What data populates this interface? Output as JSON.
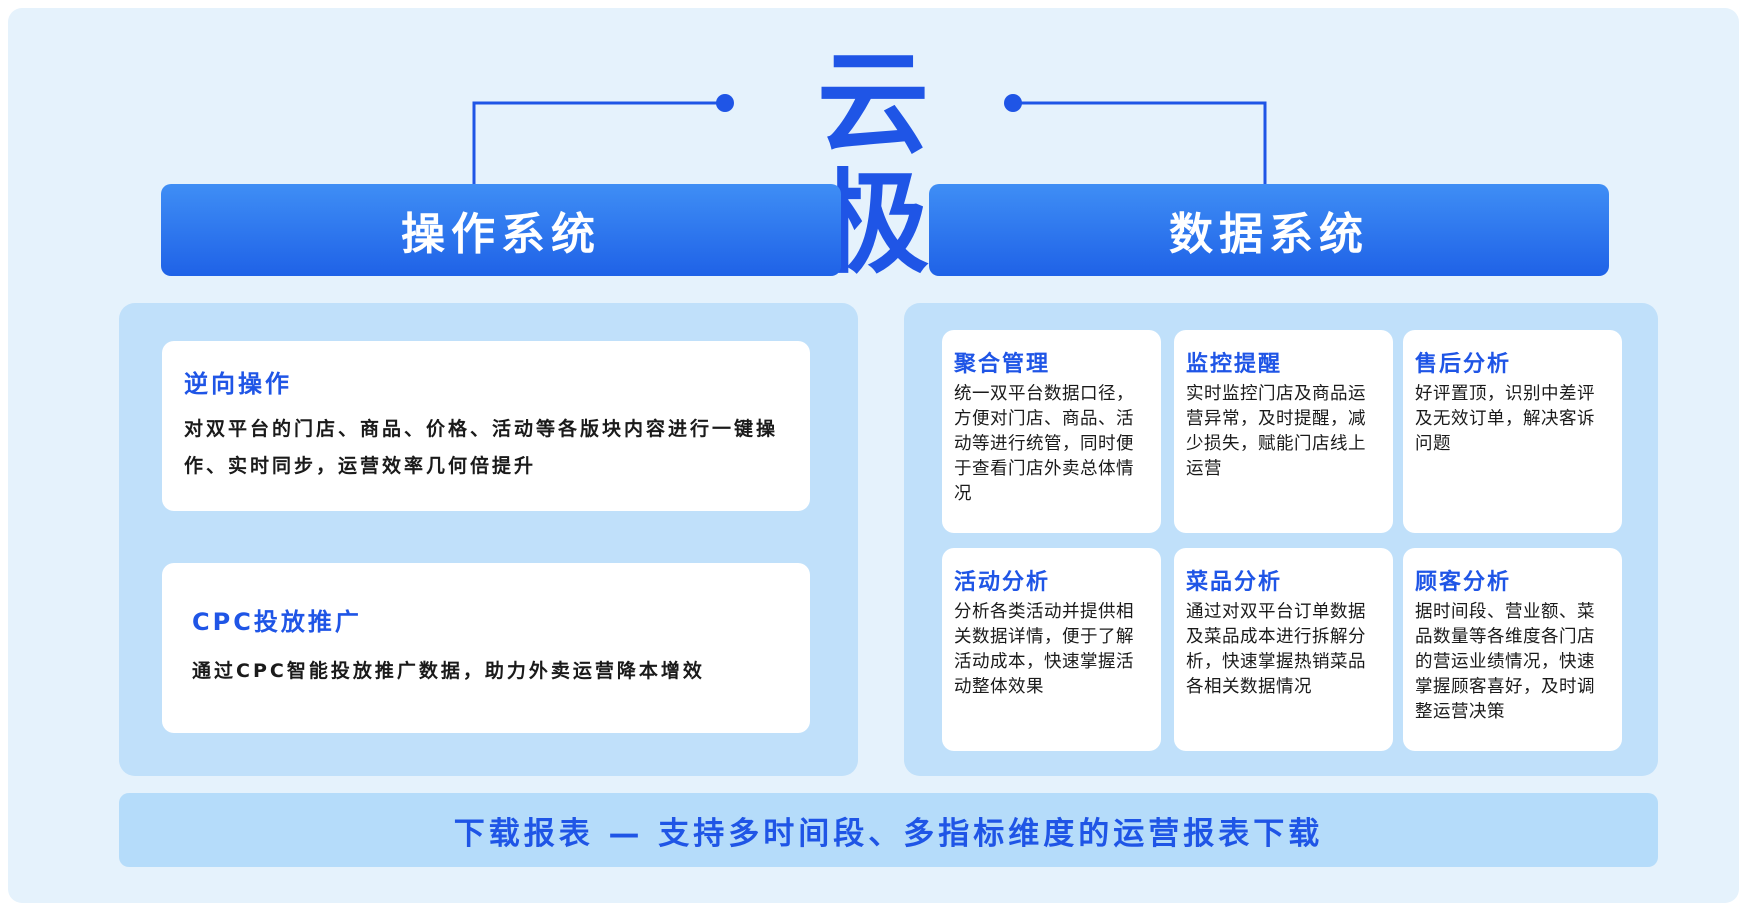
{
  "brand": {
    "title": "云极"
  },
  "colors": {
    "accent": "#1f55e6",
    "panel": "#c0e0fa",
    "background": "#e5f2fc"
  },
  "operation_system": {
    "header": "操作系统",
    "cards": [
      {
        "title": "逆向操作",
        "desc": "对双平台的门店、商品、价格、活动等各版块内容进行一键操作、实时同步，运营效率几何倍提升"
      },
      {
        "title": "CPC投放推广",
        "desc": "通过CPC智能投放推广数据，助力外卖运营降本增效"
      }
    ]
  },
  "data_system": {
    "header": "数据系统",
    "cards": [
      {
        "title": "聚合管理",
        "desc": "统一双平台数据口径，方便对门店、商品、活动等进行统管，同时便于查看门店外卖总体情况"
      },
      {
        "title": "监控提醒",
        "desc": "实时监控门店及商品运营异常，及时提醒，减少损失，赋能门店线上运营"
      },
      {
        "title": "售后分析",
        "desc": "好评置顶，识别中差评及无效订单，解决客诉问题"
      },
      {
        "title": "活动分析",
        "desc": "分析各类活动并提供相关数据详情，便于了解活动成本，快速掌握活动整体效果"
      },
      {
        "title": "菜品分析",
        "desc": "通过对双平台订单数据及菜品成本进行拆解分析，快速掌握热销菜品各相关数据情况"
      },
      {
        "title": "顾客分析",
        "desc": "据时间段、营业额、菜品数量等各维度各门店的营运业绩情况，快速掌握顾客喜好，及时调整运营决策"
      }
    ]
  },
  "footer": {
    "text": "下载报表 — 支持多时间段、多指标维度的运营报表下载"
  }
}
